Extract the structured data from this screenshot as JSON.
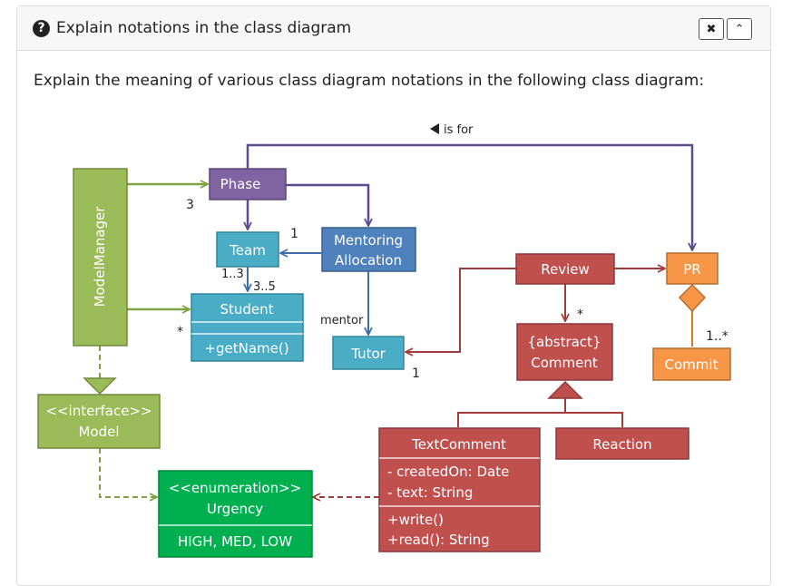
{
  "header": {
    "title": "Explain notations in the class diagram",
    "help_icon": "?",
    "close_label": "✖",
    "collapse_label": "⌃"
  },
  "instruction": "Explain the meaning of various class diagram notations in the following class diagram:",
  "diagram": {
    "colors": {
      "purple": "#8064a2",
      "purple_line": "#5f4a8b",
      "teal": "#4bacc6",
      "blue": "#4f81bd",
      "green": "#9bbb59",
      "bright_green": "#00b050",
      "red": "#c0504d",
      "orange": "#f79646"
    },
    "classes": {
      "model_manager": "ModelManager",
      "phase": "Phase",
      "team": "Team",
      "mentoring_line1": "Mentoring",
      "mentoring_line2": "Allocation",
      "student": "Student",
      "student_method": "+getName()",
      "tutor": "Tutor",
      "model_line1": "<<interface>>",
      "model_line2": "Model",
      "urgency_line1": "<<enumeration>>",
      "urgency_line2": "Urgency",
      "urgency_values": "HIGH, MED, LOW",
      "review": "Review",
      "comment_line1": "{abstract}",
      "comment_line2": "Comment",
      "pr": "PR",
      "commit": "Commit",
      "text_comment": "TextComment",
      "tc_attr1": "- createdOn: Date",
      "tc_attr2": "- text: String",
      "tc_method1": "+write()",
      "tc_method2": "+read(): String",
      "reaction": "Reaction"
    },
    "labels": {
      "is_for": "is for",
      "mult_phase": "3",
      "mult_team_mentoring": "1",
      "mult_team_left": "1..3",
      "mult_team_student": "3..5",
      "mult_student": "*",
      "mentor": "mentor",
      "mult_tutor": "1",
      "mult_review_comment": "*",
      "mult_commit": "1..*"
    }
  }
}
